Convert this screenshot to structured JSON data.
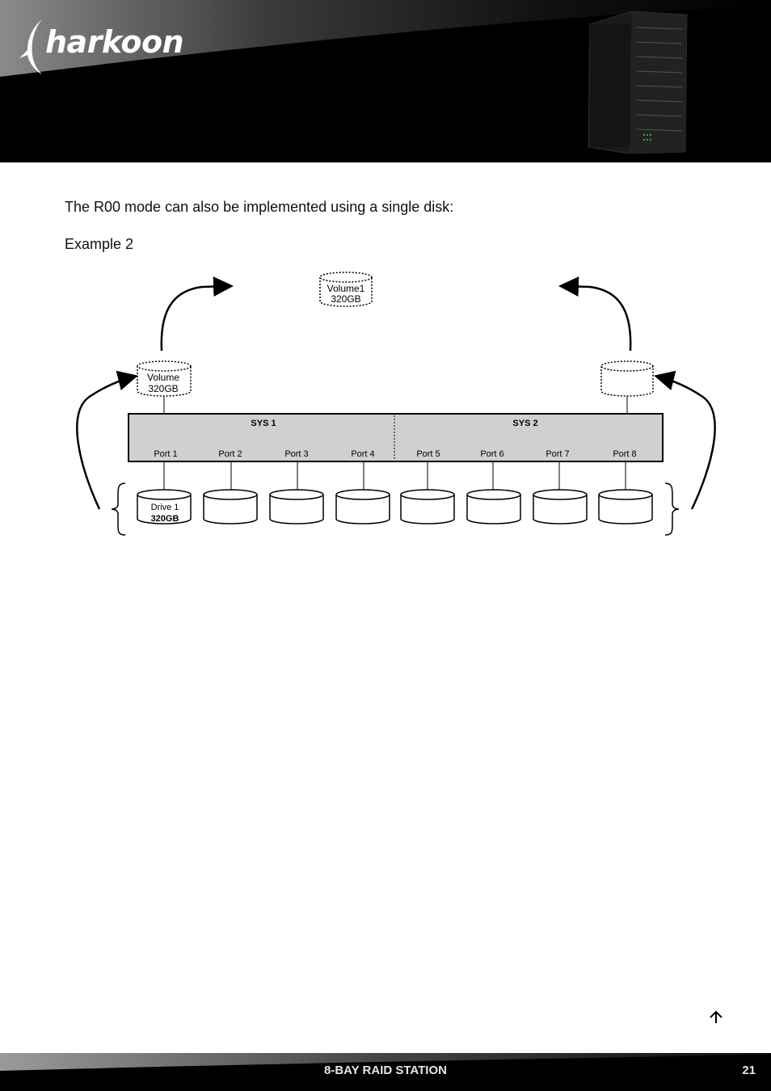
{
  "header": {
    "brand": "harkoon"
  },
  "content": {
    "intro": "The R00 mode can also be implemented using a single disk:",
    "example_label": "Example 2"
  },
  "diagram": {
    "volume_top": {
      "line1": "Volume1",
      "line2": "320GB"
    },
    "volume_left": {
      "line1": "Volume",
      "line2": "320GB"
    },
    "sys1": "SYS 1",
    "sys2": "SYS 2",
    "ports": [
      "Port 1",
      "Port 2",
      "Port 3",
      "Port 4",
      "Port 5",
      "Port 6",
      "Port 7",
      "Port 8"
    ],
    "drive1": {
      "line1": "Drive 1",
      "line2": "320GB"
    }
  },
  "footer": {
    "title": "8-BAY RAID STATION",
    "page_number": "21"
  },
  "icons": {
    "logo": "shark-fin-logo-icon",
    "tower": "raid-tower-image",
    "back_to_top": "arrow-up-icon"
  },
  "colors": {
    "header_bg": "#000000",
    "panel_fill": "#d0d0d0",
    "footer_bg": "#000000"
  }
}
